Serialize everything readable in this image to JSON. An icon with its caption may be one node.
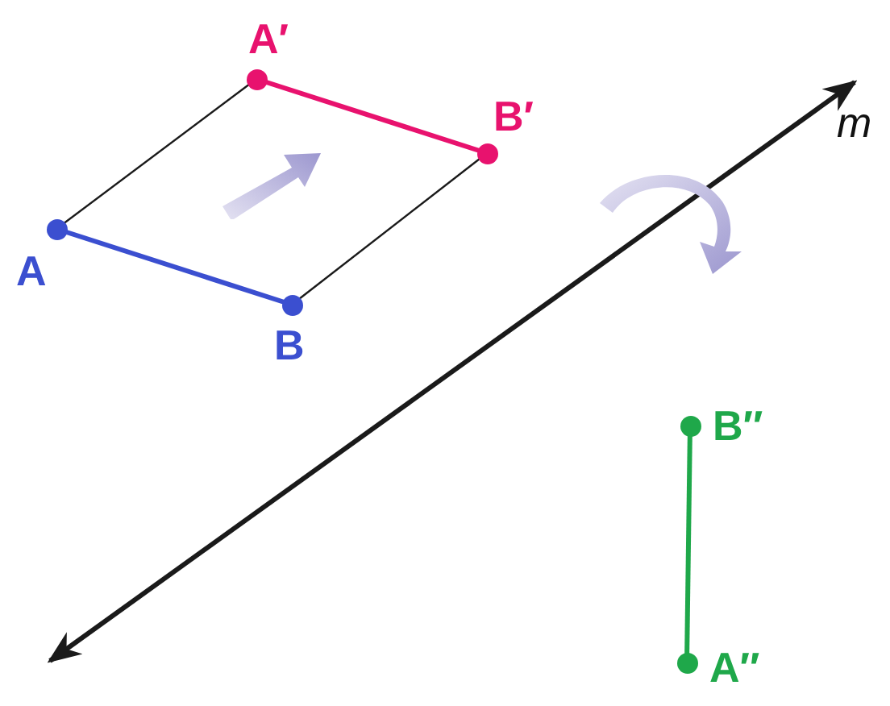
{
  "diagram": {
    "nodes": [
      {
        "text": [
          "A′"
        ]
      },
      {
        "text": [
          "B′"
        ]
      },
      {
        "text": [
          "A"
        ]
      },
      {
        "text": [
          "B"
        ]
      },
      {
        "text": [
          "B″"
        ]
      },
      {
        "text": [
          "A″"
        ]
      }
    ],
    "edges": [
      {
        "from": 2,
        "to": 3,
        "arrow": "none",
        "color": "#3b4fd0"
      },
      {
        "from": 0,
        "to": 1,
        "arrow": "none",
        "color": "#e8126e"
      },
      {
        "from": 2,
        "to": 0,
        "arrow": "none"
      },
      {
        "from": 3,
        "to": 1,
        "arrow": "none"
      },
      {
        "from": 4,
        "to": 5,
        "arrow": "none",
        "color": "#1fa84a"
      }
    ],
    "labels": [
      "m"
    ]
  }
}
